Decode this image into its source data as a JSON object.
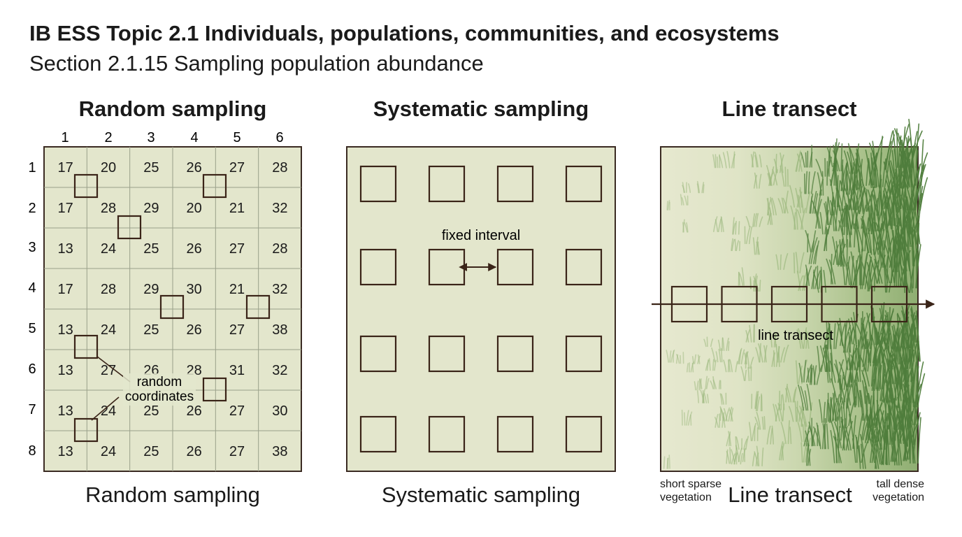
{
  "header": {
    "title": "IB ESS Topic 2.1 Individuals, populations, communities, and ecosystems",
    "subtitle": "Section 2.1.15 Sampling population abundance"
  },
  "random": {
    "title": "Random sampling",
    "caption": "Random sampling",
    "col_labels": [
      "1",
      "2",
      "3",
      "4",
      "5",
      "6"
    ],
    "row_labels": [
      "1",
      "2",
      "3",
      "4",
      "5",
      "6",
      "7",
      "8"
    ],
    "grid": [
      [
        "17",
        "20",
        "25",
        "26",
        "27",
        "28"
      ],
      [
        "17",
        "28",
        "29",
        "20",
        "21",
        "32"
      ],
      [
        "13",
        "24",
        "25",
        "26",
        "27",
        "28"
      ],
      [
        "17",
        "28",
        "29",
        "30",
        "21",
        "32"
      ],
      [
        "13",
        "24",
        "25",
        "26",
        "27",
        "38"
      ],
      [
        "13",
        "27",
        "26",
        "28",
        "31",
        "32"
      ],
      [
        "13",
        "24",
        "25",
        "26",
        "27",
        "30"
      ],
      [
        "13",
        "24",
        "25",
        "26",
        "27",
        "38"
      ]
    ],
    "annotation_line1": "random",
    "annotation_line2": "coordinates"
  },
  "systematic": {
    "title": "Systematic sampling",
    "caption": "Systematic sampling",
    "interval_label": "fixed interval",
    "rows": 4,
    "cols": 4
  },
  "transect": {
    "title": "Line transect",
    "caption": "Line transect",
    "line_label": "line transect",
    "left_label_1": "short sparse",
    "left_label_2": "vegetation",
    "right_label_1": "tall dense",
    "right_label_2": "vegetation",
    "quadrat_count": 5
  },
  "colors": {
    "panel_fill": "#e3e6cc",
    "grid_line": "#9aa08a",
    "frame": "#3a2a22",
    "quadrat": "#3a2418",
    "grass_dark": "#4f7d3c",
    "grass_light": "#9cb87e"
  }
}
